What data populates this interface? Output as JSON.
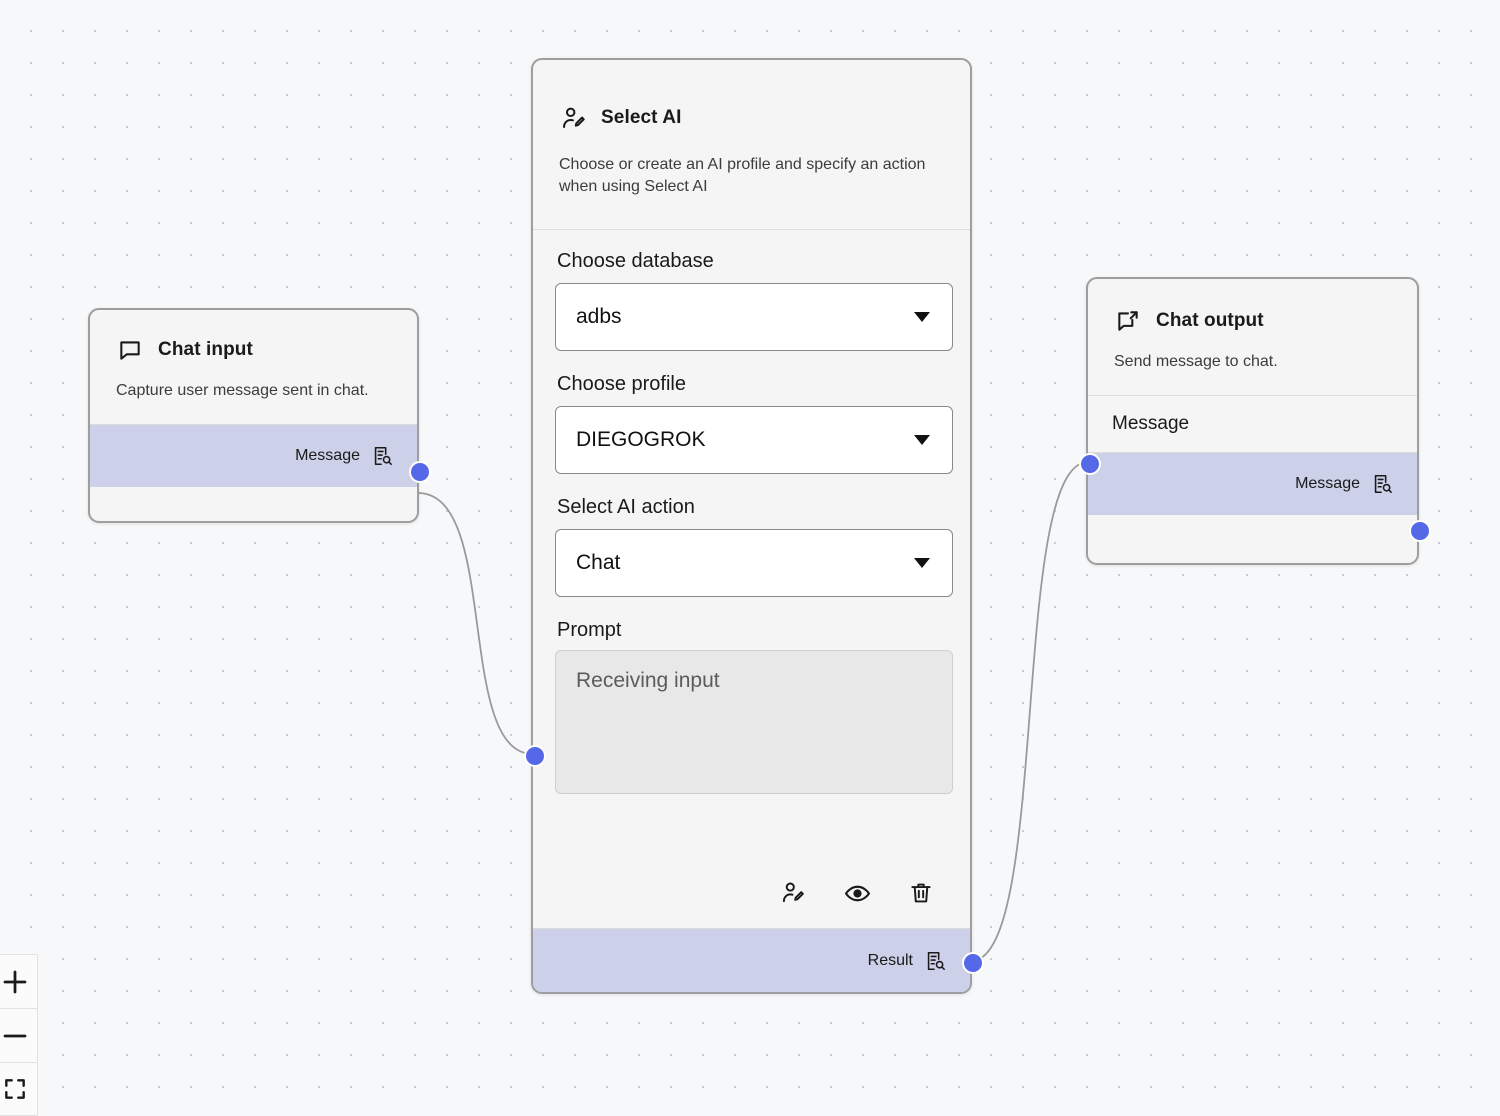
{
  "canvas": {
    "background_color": "#f7f8fa",
    "dot_color": "#c9ccd6",
    "handle_color": "#5568e8",
    "port_band_color": "#ccd0e8",
    "node_border_color": "#9e9e9e",
    "edge_color": "#9a9a9a"
  },
  "nodes": {
    "chat_input": {
      "title": "Chat input",
      "icon": "chat-bubble-icon",
      "description": "Capture user message sent in chat.",
      "output_port": {
        "label": "Message",
        "icon": "data-inspect-icon"
      }
    },
    "select_ai": {
      "title": "Select AI",
      "icon": "user-edit-icon",
      "description": "Choose or create an AI profile and specify an action when using Select AI",
      "fields": [
        {
          "label": "Choose database",
          "type": "select",
          "value": "adbs",
          "caret": "chevron-down-icon"
        },
        {
          "label": "Choose profile",
          "type": "select",
          "value": "DIEGOGROK",
          "caret": "chevron-down-icon"
        },
        {
          "label": "Select AI action",
          "type": "select",
          "value": "Chat",
          "caret": "chevron-down-icon"
        },
        {
          "label": "Prompt",
          "type": "textarea",
          "value": "",
          "placeholder": "Receiving input"
        }
      ],
      "toolbar": [
        {
          "name": "edit-profile-button",
          "icon": "user-edit-icon"
        },
        {
          "name": "preview-button",
          "icon": "eye-icon"
        },
        {
          "name": "delete-button",
          "icon": "trash-icon"
        }
      ],
      "output_port": {
        "label": "Result",
        "icon": "data-inspect-icon"
      }
    },
    "chat_output": {
      "title": "Chat output",
      "icon": "chat-bubble-export-icon",
      "description": "Send message to chat.",
      "input_port": {
        "label": "Message"
      },
      "output_port": {
        "label": "Message",
        "icon": "data-inspect-icon"
      }
    }
  },
  "zoom_controls": {
    "zoom_in": "+",
    "zoom_out": "−",
    "fit_view": "fit-view-icon"
  }
}
